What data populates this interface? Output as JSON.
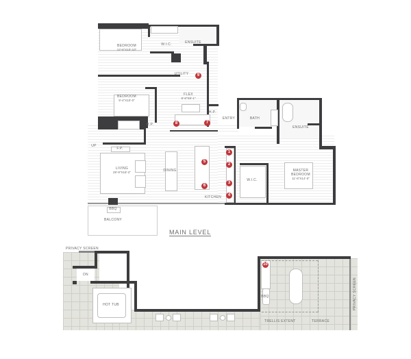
{
  "main_level": {
    "title": "MAIN LEVEL",
    "rooms": [
      {
        "name": "BEDROOM",
        "dim": "12'-6\"x10'-10\""
      },
      {
        "name": "W.I.C.",
        "dim": ""
      },
      {
        "name": "ENSUITE",
        "dim": ""
      },
      {
        "name": "UTILITY",
        "dim": ""
      },
      {
        "name": "BEDROOM",
        "dim": "9'-4\"x10'-0\""
      },
      {
        "name": "FLEX",
        "dim": "8'-8\"x8'-1\""
      },
      {
        "name": "H.P.",
        "dim": ""
      },
      {
        "name": "H.P.",
        "dim": ""
      },
      {
        "name": "ENTRY",
        "dim": ""
      },
      {
        "name": "BATH",
        "dim": ""
      },
      {
        "name": "ENSUITE",
        "dim": ""
      },
      {
        "name": "LIVING",
        "dim": "29'-9\"x18'-2\""
      },
      {
        "name": "DINING",
        "dim": ""
      },
      {
        "name": "KITCHEN",
        "dim": ""
      },
      {
        "name": "W.I.C.",
        "dim": ""
      },
      {
        "name": "MASTER BEDROOM",
        "dim": "11'-8\"x14'-0\""
      },
      {
        "name": "BALCONY",
        "dim": ""
      }
    ],
    "fixtures": {
      "up": "UP",
      "fp": "F.P.",
      "bbq": "BBQ"
    },
    "markers": [
      "1",
      "2",
      "3",
      "4",
      "5",
      "6",
      "7",
      "8",
      "9"
    ]
  },
  "roof_level": {
    "labels": {
      "privacy_screen_top": "PRIVACY SCREEN",
      "privacy_screen_side": "PRIVACY SCREEN",
      "dn": "DN",
      "hot_tub": "HOT TUB",
      "bbq": "BBQ",
      "trellis": "TRELLIS EXTENT",
      "terrace": "TERRACE"
    },
    "markers": [
      "10"
    ]
  },
  "colors": {
    "wall": "#3d3d3f",
    "marker": "#c0373c",
    "tile": "#e4e4de"
  }
}
